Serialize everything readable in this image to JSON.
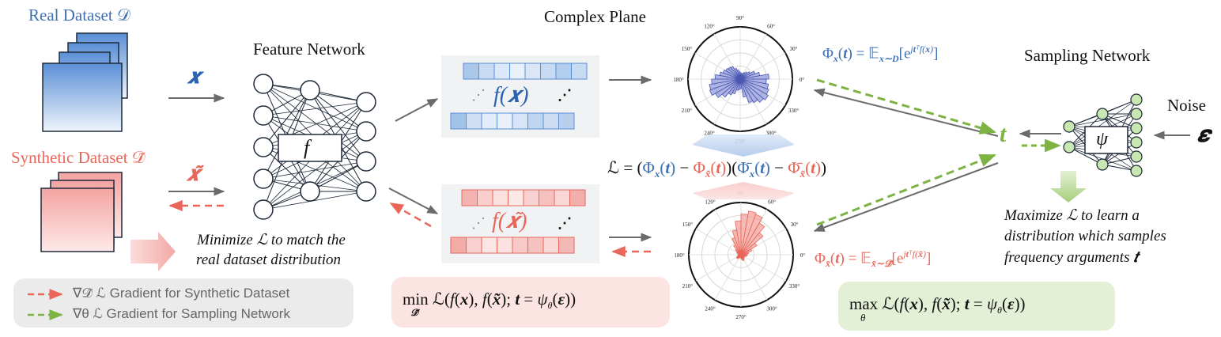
{
  "real": {
    "title": "Real Dataset 𝒟",
    "input": "𝒙"
  },
  "synthetic": {
    "title": "Synthetic Dataset 𝒟̃",
    "input": "𝒙̃"
  },
  "feature_network": {
    "title": "Feature Network",
    "node": "f"
  },
  "minimize_text": [
    "Minimize ℒ to match the",
    "real dataset distribution"
  ],
  "features": {
    "real": "f(𝒙)",
    "synthetic": "f(𝒙̃)",
    "dots": "⋰"
  },
  "complex_plane": {
    "title": "Complex Plane",
    "angles": [
      "90°",
      "60°",
      "30°",
      "0°",
      "330°",
      "300°",
      "270°",
      "240°",
      "210°",
      "180°",
      "150°",
      "120°"
    ]
  },
  "loss_formula": "ℒ = (Φ𝒙(𝒕) − Φ𝒙̃(𝒕))(Φ̄𝒙(𝒕) − Φ̄𝒙̃(𝒕))",
  "phi_real": "Φ𝒙(𝒕) = 𝔼𝒙∼𝑫[e^{j𝒕ᵀf(𝒙)}]",
  "phi_synth": "Φ𝒙̃(𝒕) = 𝔼𝒙̃∼𝒟̃[e^{j𝒕ᵀf(𝒙̃)}]",
  "sampling_network": {
    "title": "Sampling Network",
    "node": "ψ",
    "output": "t"
  },
  "noise": {
    "label": "Noise",
    "symbol": "𝜺"
  },
  "maximize_text": [
    "Maximize ℒ to learn a",
    "distribution which samples",
    "frequency arguments 𝒕"
  ],
  "legend": {
    "synthetic_grad": "∇𝒟̃ ℒ Gradient for Synthetic Dataset",
    "sampling_grad": "∇θ ℒ Gradient for Sampling Network"
  },
  "objectives": {
    "min": "min ℒ(f(𝒙), f(𝒙̃); 𝒕 = ψθ(𝜺))",
    "min_sub": "𝒟̃",
    "max": "max ℒ(f(𝒙), f(𝒙̃); 𝒕 = ψθ(𝜺))",
    "max_sub": "θ"
  },
  "colors": {
    "blue": "#3f6fb5",
    "red": "#e8675a",
    "green": "#7cb342",
    "gray": "#6b6b6b"
  }
}
